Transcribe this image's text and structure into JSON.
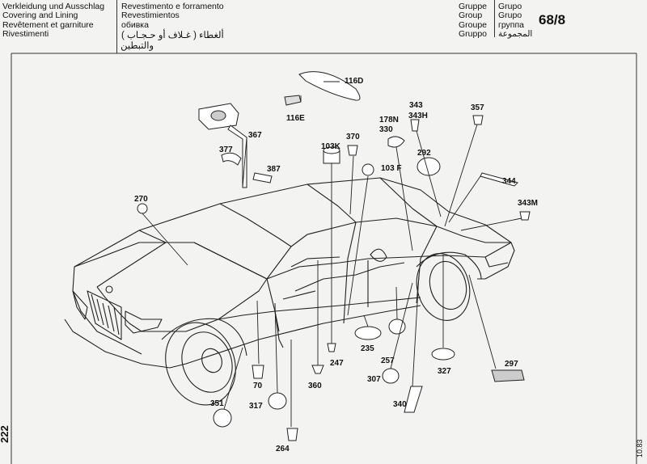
{
  "header": {
    "de": [
      "Verkleidung und Ausschlag",
      "Covering and Lining",
      "Revêtement et garniture",
      "Rivestimenti"
    ],
    "it": [
      "Revestimento e forramento",
      "Revestimientos",
      "обивка"
    ],
    "ar": [
      "ألغطاء ( غـلاف أو حـجـاب )",
      "والتبطين"
    ],
    "group_labels_1": [
      "Gruppe",
      "Group",
      "Groupe",
      "Gruppo"
    ],
    "group_labels_2": [
      "Grupo",
      "Grupo",
      "группа",
      "المجموعة"
    ],
    "section": "68/8"
  },
  "page_number": "222",
  "date_code": "10.83",
  "parts": [
    {
      "id": "116D",
      "text": "116D"
    },
    {
      "id": "116E",
      "text": "116E"
    },
    {
      "id": "367",
      "text": "367"
    },
    {
      "id": "377",
      "text": "377"
    },
    {
      "id": "387",
      "text": "387"
    },
    {
      "id": "270",
      "text": "270"
    },
    {
      "id": "370",
      "text": "370"
    },
    {
      "id": "103K",
      "text": "103K"
    },
    {
      "id": "103F",
      "text": "103 F"
    },
    {
      "id": "178N",
      "text": "178N"
    },
    {
      "id": "330",
      "text": "330"
    },
    {
      "id": "343",
      "text": "343"
    },
    {
      "id": "343H",
      "text": "343H"
    },
    {
      "id": "357",
      "text": "357"
    },
    {
      "id": "292",
      "text": "292"
    },
    {
      "id": "344",
      "text": "344"
    },
    {
      "id": "343M",
      "text": "343M"
    },
    {
      "id": "235",
      "text": "235"
    },
    {
      "id": "247",
      "text": "247"
    },
    {
      "id": "257",
      "text": "257"
    },
    {
      "id": "327",
      "text": "327"
    },
    {
      "id": "297",
      "text": "297"
    },
    {
      "id": "307",
      "text": "307"
    },
    {
      "id": "340",
      "text": "340"
    },
    {
      "id": "360",
      "text": "360"
    },
    {
      "id": "70",
      "text": "70"
    },
    {
      "id": "317",
      "text": "317"
    },
    {
      "id": "351",
      "text": "351"
    },
    {
      "id": "264",
      "text": "264"
    }
  ]
}
